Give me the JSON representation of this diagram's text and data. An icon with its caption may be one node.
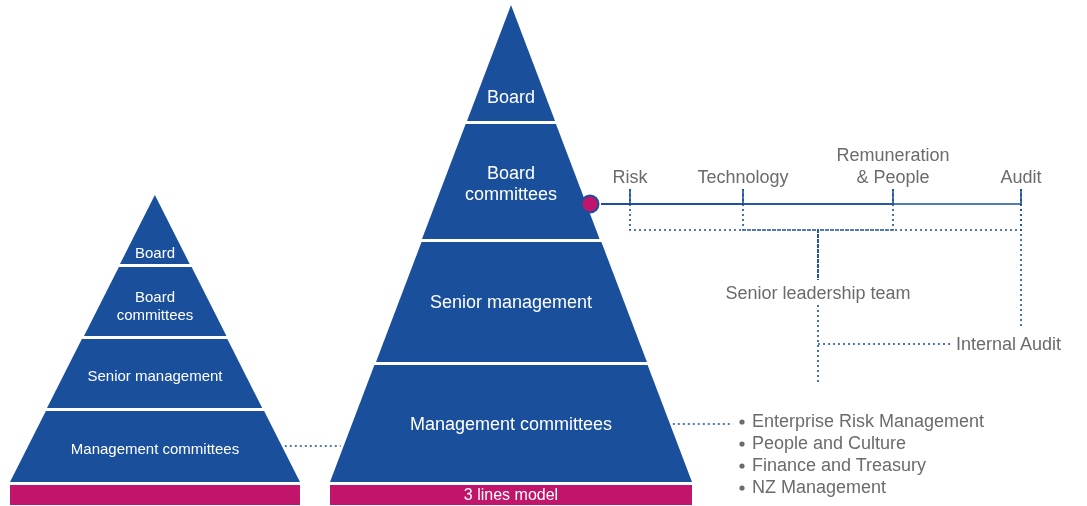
{
  "diagram": {
    "nodes": [
      {
        "text": [
          "Board"
        ]
      },
      {
        "text": [
          "Board committees"
        ]
      },
      {
        "text": [
          "Senior management"
        ]
      },
      {
        "text": [
          "Management committees"
        ]
      },
      {
        "text": [],
        "shape": "bar"
      },
      {
        "text": [
          "Board"
        ]
      },
      {
        "text": [
          "Board committees"
        ]
      },
      {
        "text": [
          "Senior management"
        ]
      },
      {
        "text": [
          "Management committees"
        ]
      },
      {
        "text": [
          "3 lines model"
        ]
      },
      {
        "text": [],
        "shape": "circle"
      },
      {
        "text": [
          "Risk"
        ]
      },
      {
        "text": [
          "Technology"
        ]
      },
      {
        "text": [
          "Remuneration & People"
        ]
      },
      {
        "text": [
          "Audit"
        ]
      },
      {
        "text": [
          "Senior leadership team"
        ]
      },
      {
        "text": [
          "Internal Audit"
        ]
      },
      {
        "text": [
          "Enterprise Risk Management",
          "People and Culture",
          "Finance and Treasury",
          "NZ Management"
        ]
      }
    ],
    "edges": [
      {
        "from": 3,
        "to": 8,
        "arrow": "none",
        "style": "dashed"
      },
      {
        "from": 10,
        "to": 11,
        "arrow": "none"
      },
      {
        "from": 10,
        "to": 12,
        "arrow": "none"
      },
      {
        "from": 10,
        "to": 13,
        "arrow": "none"
      },
      {
        "from": 10,
        "to": 14,
        "arrow": "none"
      },
      {
        "from": 11,
        "to": 15,
        "arrow": "none",
        "style": "dashed"
      },
      {
        "from": 12,
        "to": 15,
        "arrow": "none",
        "style": "dashed"
      },
      {
        "from": 13,
        "to": 15,
        "arrow": "none",
        "style": "dashed"
      },
      {
        "from": 14,
        "to": 15,
        "arrow": "none",
        "style": "dashed"
      },
      {
        "from": 14,
        "to": 16,
        "arrow": "none",
        "style": "dashed"
      },
      {
        "from": 15,
        "to": 16,
        "arrow": "none",
        "style": "dashed"
      },
      {
        "from": 8,
        "to": 17,
        "arrow": "none",
        "style": "dashed"
      }
    ]
  }
}
